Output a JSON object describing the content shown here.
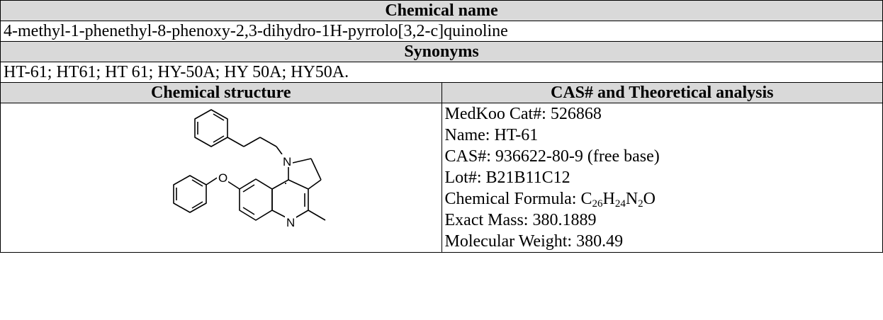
{
  "name_section": {
    "header": "Chemical name",
    "value": "4-methyl-1-phenethyl-8-phenoxy-2,3-dihydro-1H-pyrrolo[3,2-c]quinoline"
  },
  "synonyms_section": {
    "header": "Synonyms",
    "value": "HT-61; HT61; HT 61; HY-50A; HY 50A; HY50A."
  },
  "structure_section": {
    "header": "Chemical structure",
    "atom_n1": "N",
    "atom_n2": "N",
    "atom_o": "O"
  },
  "analysis_section": {
    "header": "CAS# and Theoretical analysis",
    "cat": "MedKoo Cat#: 526868",
    "name": "Name: HT-61",
    "cas": "CAS#: 936622-80-9 (free base)",
    "lot": "Lot#: B21B11C12",
    "formula_prefix": "Chemical Formula: ",
    "formula_c": "C",
    "formula_c_n": "26",
    "formula_h": "H",
    "formula_h_n": "24",
    "formula_n": "N",
    "formula_n_n": "2",
    "formula_o": "O",
    "exact_mass": "Exact Mass: 380.1889",
    "mol_weight": "Molecular Weight: 380.49"
  }
}
